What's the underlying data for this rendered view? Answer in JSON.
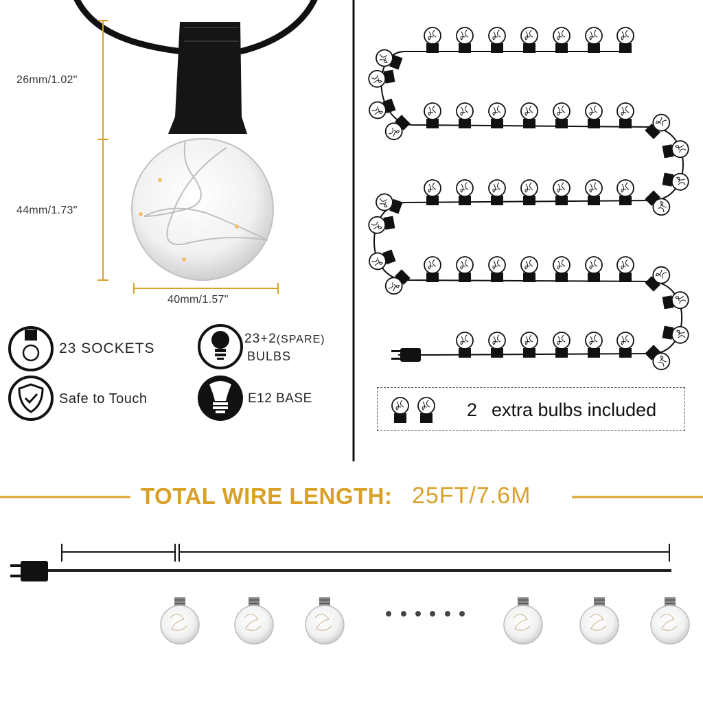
{
  "dimensions": {
    "cap_height": "26mm/1.02\"",
    "bulb_height": "44mm/1.73\"",
    "bulb_width": "40mm/1.57\""
  },
  "features": {
    "sockets": "23 SOCKETS",
    "bulbs_line1": "23+2",
    "bulbs_spare": "(SPARE)",
    "bulbs_line2": "BULBS",
    "safe": "Safe to Touch",
    "base": "E12 BASE"
  },
  "extra": {
    "count": "2",
    "text": "extra bulbs included"
  },
  "total": {
    "label": "TOTAL WIRE LENGTH:",
    "value": "25FT/7.6M"
  },
  "colors": {
    "accent": "#d9a12a",
    "wire": "#111111"
  }
}
